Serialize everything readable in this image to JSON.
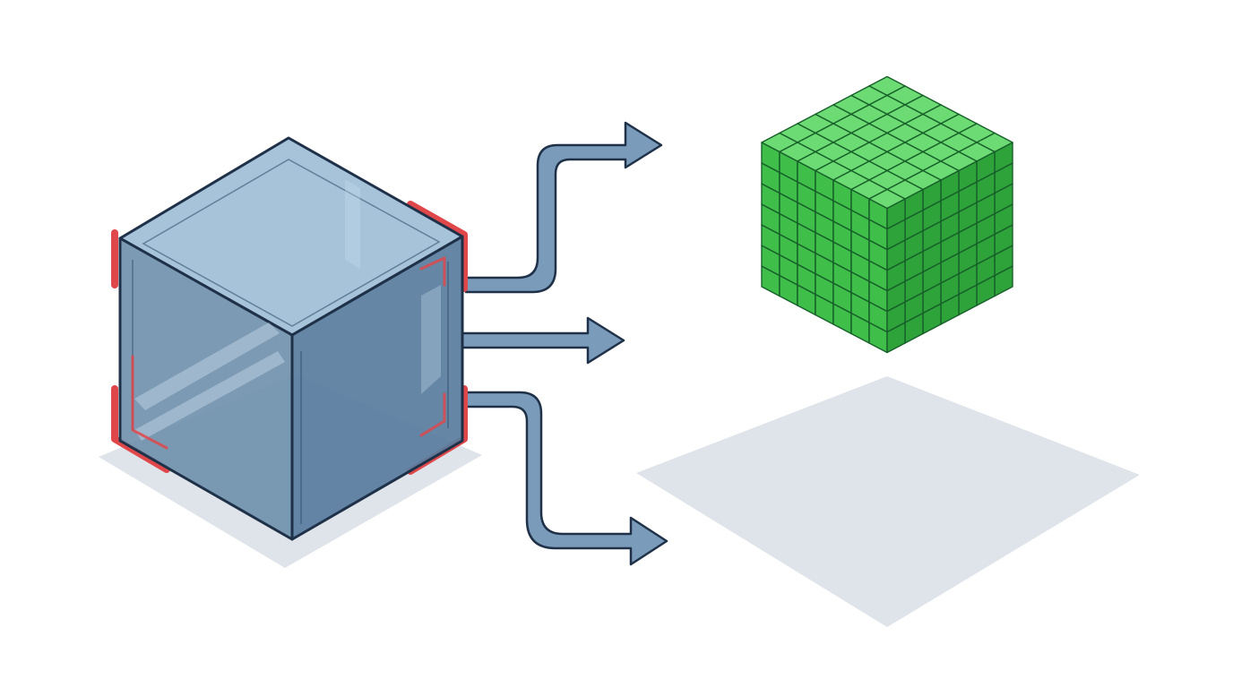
{
  "colors": {
    "background": "#ffffff",
    "outline": "#1f3148",
    "shadow": "#dfe4ea",
    "glass_top": "#9dbcd6",
    "glass_left": "#6e8fac",
    "glass_right": "#587c9d",
    "corner_accent": "#e0474a",
    "arrow_fill": "#7b9bba",
    "cube_top": "#6ddb73",
    "cube_left": "#3fbf49",
    "cube_right": "#2ea33a",
    "cube_edge": "#17602a"
  },
  "diagram": {
    "source_icon": "glass-cube-icon",
    "target_icon": "voxel-grid-icon",
    "arrow_icon": "arrow-right-icon",
    "arrow_count": 3,
    "voxel_grid": {
      "nx": 7,
      "ny": 7,
      "nz": 7
    }
  }
}
